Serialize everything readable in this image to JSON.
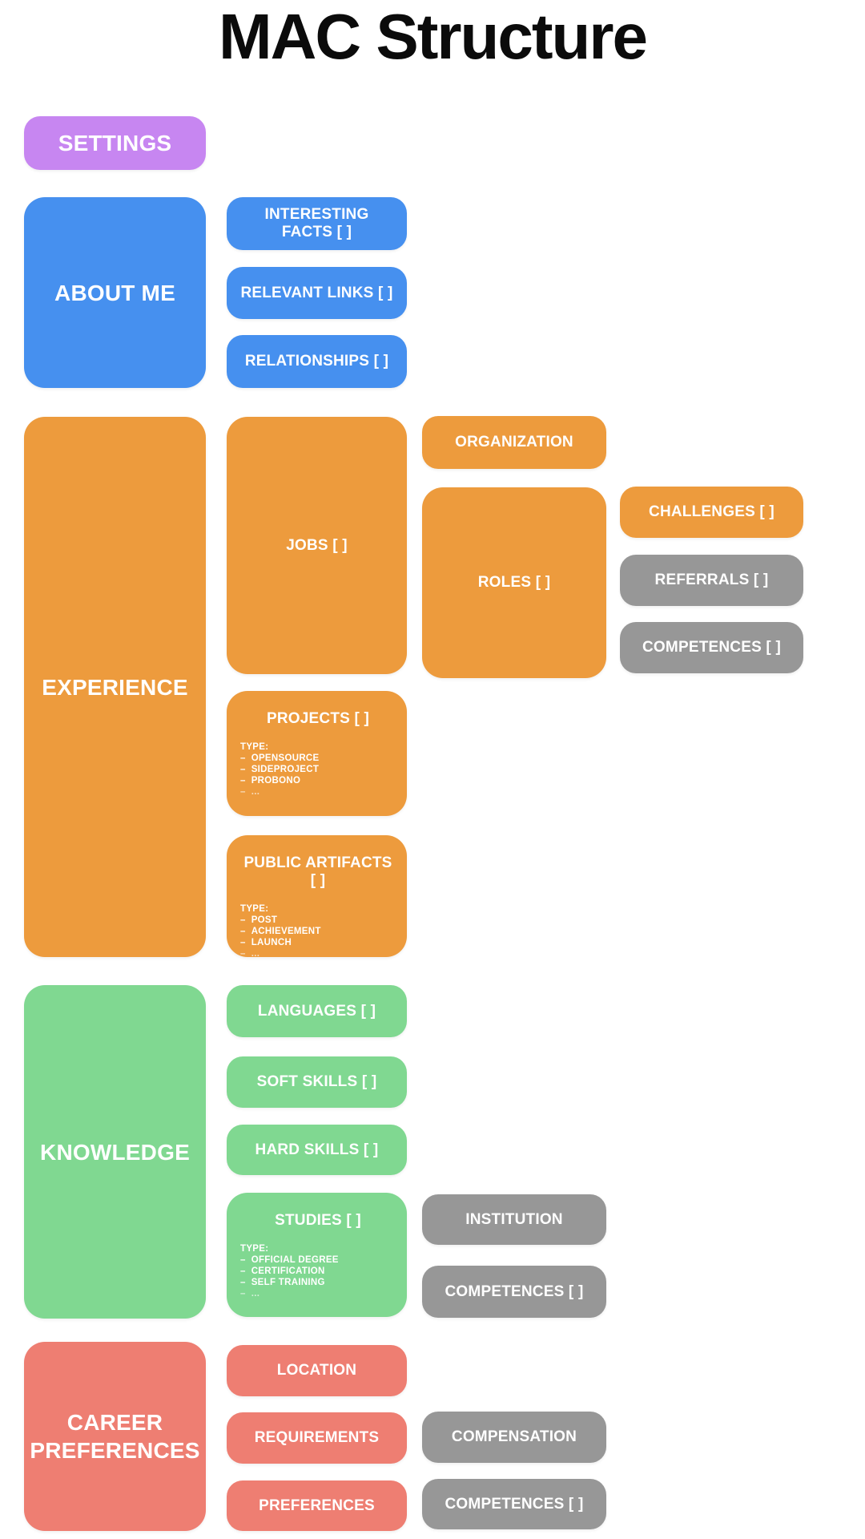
{
  "page_title": "MAC Structure",
  "list_bullet": "–",
  "colors": {
    "settings_purple": "#C786F1",
    "about_me_blue": "#4690EF",
    "experience_orange": "#ED9B3D",
    "knowledge_green": "#80D891",
    "career_salmon": "#EE7E72",
    "secondary_gray": "#979797",
    "text_on_box": "#FFFFFF",
    "title_black": "#0B0B0B"
  },
  "nodes": {
    "settings": {
      "label": "SETTINGS"
    },
    "about_me": {
      "label": "ABOUT ME"
    },
    "interesting_facts": {
      "label": "INTERESTING FACTS [ ]"
    },
    "relevant_links": {
      "label": "RELEVANT LINKS [ ]"
    },
    "relationships": {
      "label": "RELATIONSHIPS [ ]"
    },
    "experience": {
      "label": "EXPERIENCE"
    },
    "jobs": {
      "label": "JOBS [ ]"
    },
    "organization": {
      "label": "ORGANIZATION"
    },
    "roles": {
      "label": "ROLES [ ]"
    },
    "challenges": {
      "label": "CHALLENGES [ ]"
    },
    "referrals": {
      "label": "REFERRALS [ ]"
    },
    "roles_competences": {
      "label": "COMPETENCES [ ]"
    },
    "projects": {
      "label": "PROJECTS [ ]",
      "type_header": "TYPE:",
      "types": [
        "OPENSOURCE",
        "SIDEPROJECT",
        "PROBONO",
        "..."
      ]
    },
    "public_artifacts": {
      "label": "PUBLIC ARTIFACTS [ ]",
      "type_header": "TYPE:",
      "types": [
        "POST",
        "ACHIEVEMENT",
        "LAUNCH",
        "..."
      ]
    },
    "knowledge": {
      "label": "KNOWLEDGE"
    },
    "languages": {
      "label": "LANGUAGES [ ]"
    },
    "soft_skills": {
      "label": "SOFT SKILLS [ ]"
    },
    "hard_skills": {
      "label": "HARD SKILLS [ ]"
    },
    "studies": {
      "label": "STUDIES [ ]",
      "type_header": "TYPE:",
      "types": [
        "OFFICIAL DEGREE",
        "CERTIFICATION",
        "SELF TRAINING",
        "..."
      ]
    },
    "institution": {
      "label": "INSTITUTION"
    },
    "studies_competences": {
      "label": "COMPETENCES [ ]"
    },
    "career_preferences": {
      "label": "CAREER PREFERENCES"
    },
    "location": {
      "label": "LOCATION"
    },
    "requirements": {
      "label": "REQUIREMENTS"
    },
    "preferences": {
      "label": "PREFERENCES"
    },
    "compensation": {
      "label": "COMPENSATION"
    },
    "career_competences": {
      "label": "COMPETENCES [ ]"
    }
  }
}
